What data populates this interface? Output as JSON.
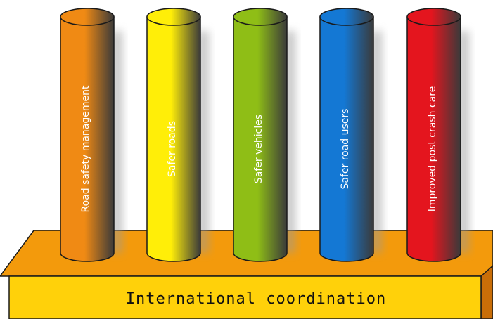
{
  "base": {
    "label": "International coordination",
    "top_color": "#f39a0c",
    "front_color": "#ffd10a",
    "side_color": "#c96e08",
    "outline_color": "#1a1a1a"
  },
  "pillars": [
    {
      "label": "Road safety management",
      "color": "#f08a14"
    },
    {
      "label": "Safer roads",
      "color": "#ffee08"
    },
    {
      "label": "Safer vehicles",
      "color": "#8fbe16"
    },
    {
      "label": "Safer road users",
      "color": "#1478d4"
    },
    {
      "label": "Improved post crash care",
      "color": "#e4151e"
    }
  ],
  "shade_color": "#3a3a3a"
}
